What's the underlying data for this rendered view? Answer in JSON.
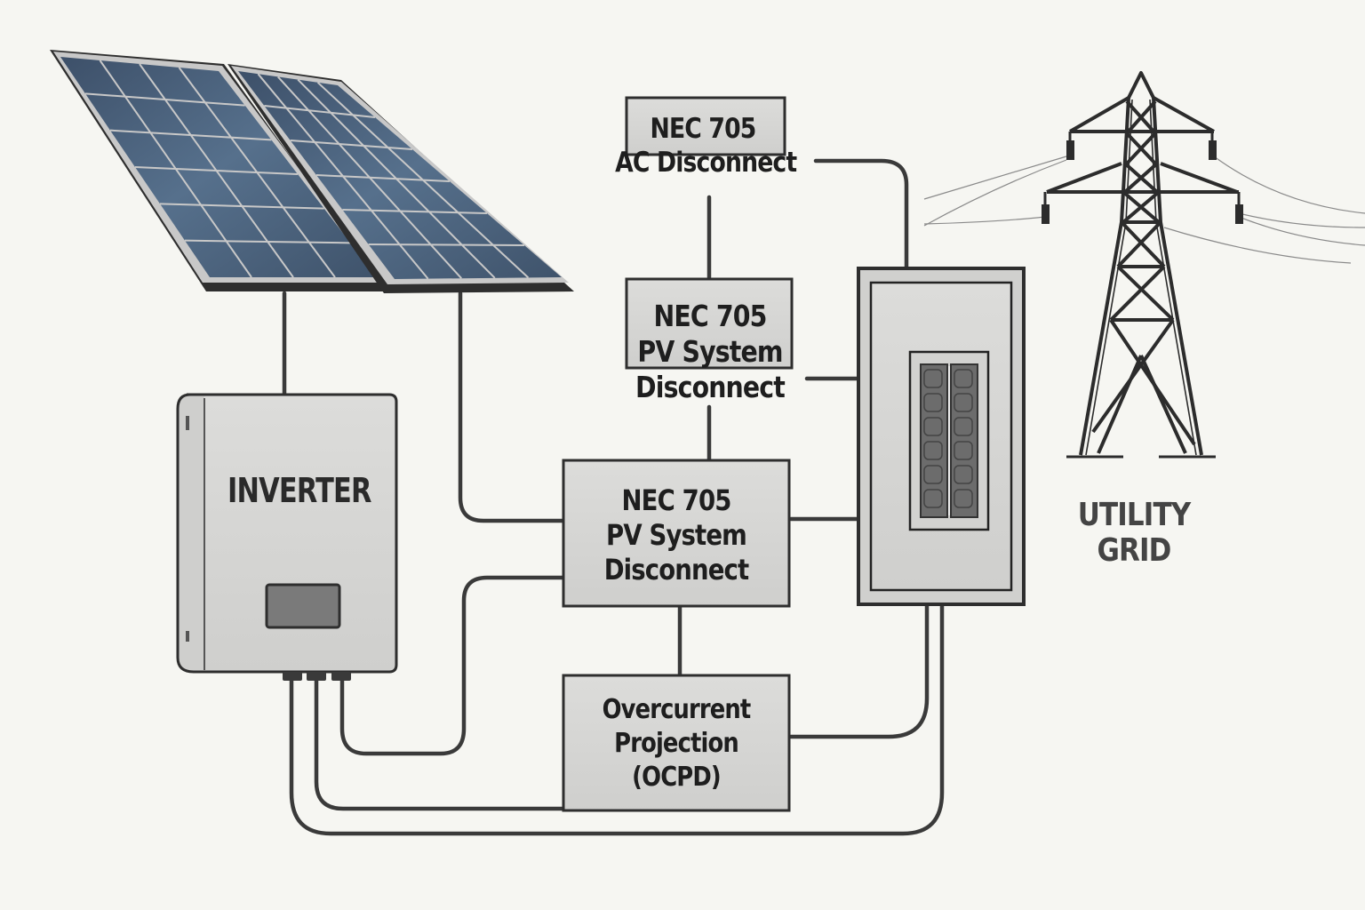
{
  "diagram": {
    "title": "Grid-tied PV system wiring with NEC 705 disconnects",
    "components": {
      "solar_array": {
        "label": "",
        "panels": 2,
        "cells_per_panel": "5 x 6"
      },
      "inverter": {
        "label": "INVERTER"
      },
      "ac_disconnect": {
        "lines": [
          "NEC 705",
          "AC Disconnect"
        ]
      },
      "pv_disconnect_upper": {
        "lines": [
          "NEC 705",
          "PV System",
          "Disconnect"
        ]
      },
      "pv_disconnect_main": {
        "lines": [
          "NEC 705",
          "PV System",
          "Disconnect"
        ]
      },
      "ocpd": {
        "lines": [
          "Overcurrent",
          "Projection",
          "(OCPD)"
        ]
      },
      "service_panel": {
        "label": ""
      },
      "utility_grid": {
        "lines": [
          "UTILITY",
          "GRID"
        ]
      }
    },
    "colors": {
      "background": "#f6f6f2",
      "wire": "#3a3a3a",
      "box_fill": "#d6d6d4",
      "panel_cell": "#4a5f78",
      "panel_frame": "#c8c8c8",
      "text": "#1e1e1e",
      "grid_text": "#444444"
    }
  }
}
